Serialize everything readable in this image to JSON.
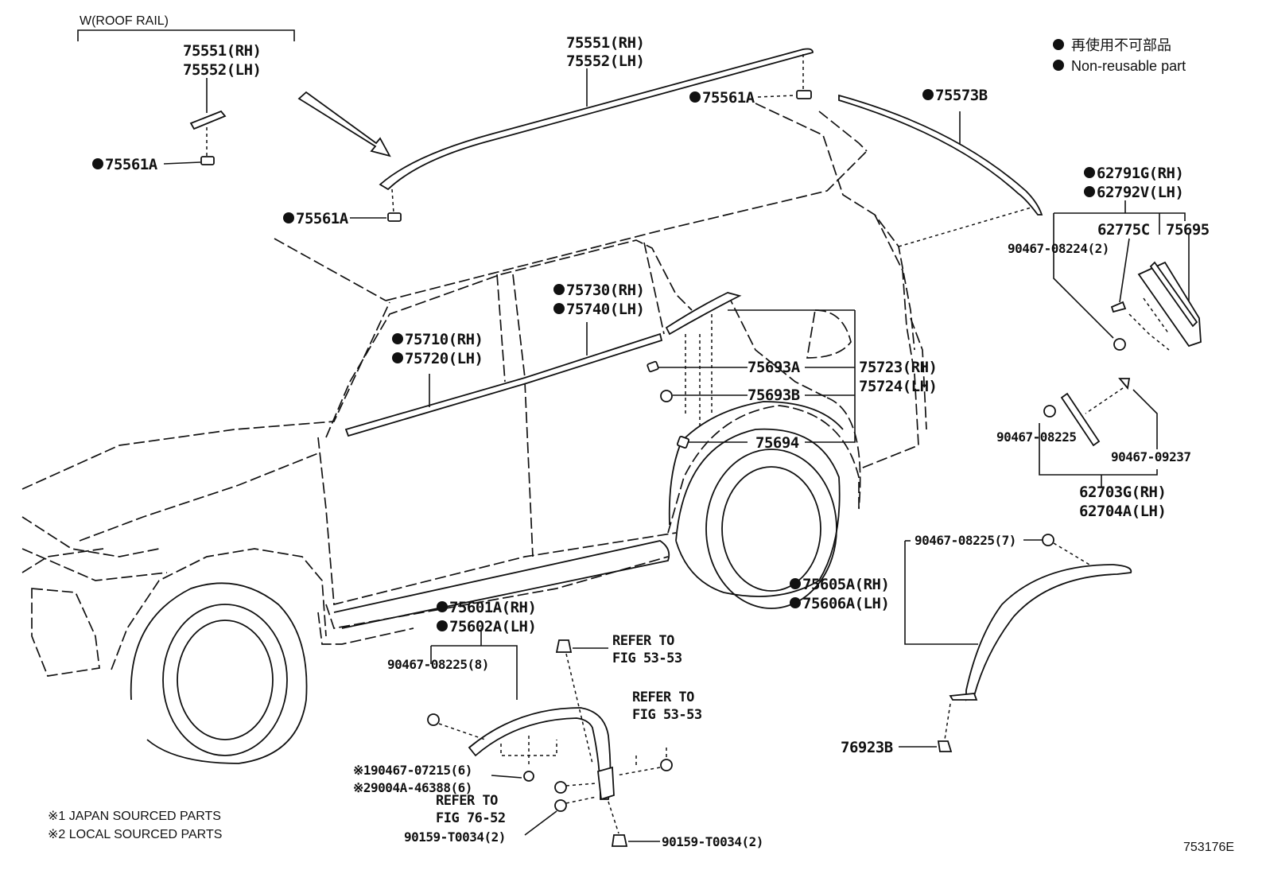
{
  "legend": {
    "jp_label": "再使用不可部品",
    "en_label": "Non-reusable part"
  },
  "roof_rail": {
    "group_label": "W(ROOF RAIL)",
    "small_rh": "75551(RH)",
    "small_lh": "75552(LH)",
    "small_clip": "75561A",
    "main_rh": "75551(RH)",
    "main_lh": "75552(LH)",
    "clip_rear": "75561A",
    "clip_front": "75561A"
  },
  "spoiler": "75573B",
  "rear_door_trim": {
    "rh": "62791G(RH)",
    "lh": "62792V(LH)",
    "p62775c": "62775C",
    "p75695": "75695",
    "clip": "90467-08224(2)"
  },
  "windows": {
    "rear_rh": "75730(RH)",
    "rear_lh": "75740(LH)",
    "front_rh": "75710(RH)",
    "front_lh": "75720(LH)"
  },
  "quarter": {
    "p75693a": "75693A",
    "p75693b": "75693B",
    "p75694": "75694",
    "rh": "75723(RH)",
    "lh": "75724(LH)"
  },
  "back_trim": {
    "clip_left": "90467-08225",
    "clip_right": "90467-09237",
    "rh": "62703G(RH)",
    "lh": "62704A(LH)"
  },
  "rear_arch": {
    "clip": "90467-08225(7)",
    "rh": "75605A(RH)",
    "lh": "75606A(LH)",
    "part_76923b": "76923B"
  },
  "front_arch": {
    "rh": "75601A(RH)",
    "lh": "75602A(LH)",
    "clip": "90467-08225(8)",
    "refer1_a": "REFER TO",
    "refer1_b": "FIG 53-53",
    "refer2_a": "REFER TO",
    "refer2_b": "FIG 53-53",
    "refer3_a": "REFER TO",
    "refer3_b": "FIG 76-52",
    "japan_part": "※190467-07215(6)",
    "local_part": "※29004A-46388(6)",
    "screw_left": "90159-T0034(2)",
    "screw_right": "90159-T0034(2)"
  },
  "footnotes": {
    "note1": "※1 JAPAN SOURCED PARTS",
    "note2": "※2 LOCAL SOURCED PARTS"
  },
  "figure_id": "753176E"
}
